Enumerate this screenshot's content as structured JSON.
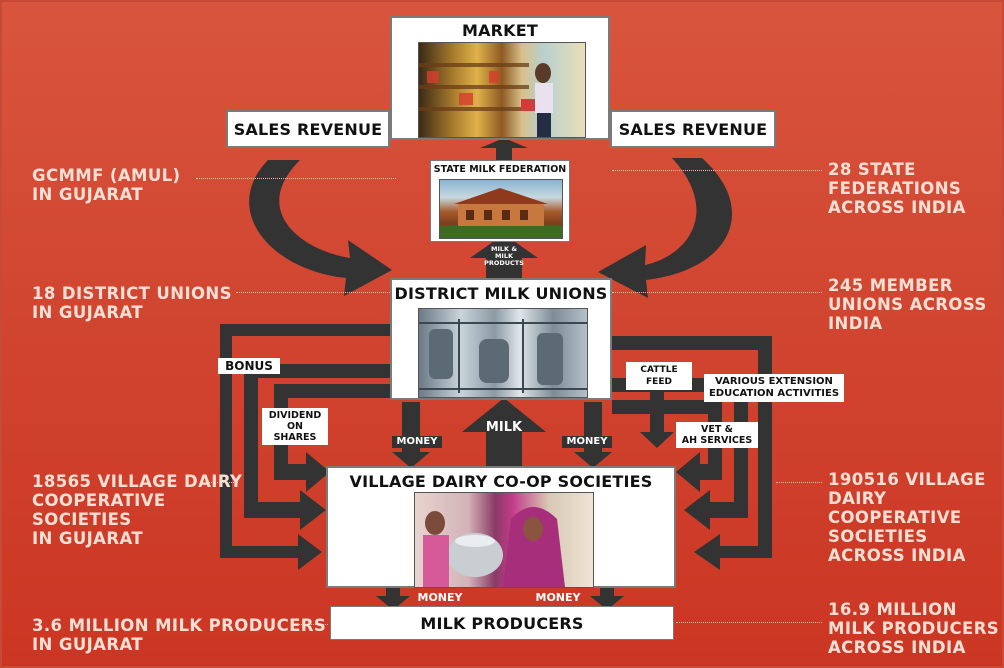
{
  "market": {
    "title": "MARKET"
  },
  "sales_revenue": {
    "left": "SALES REVENUE",
    "right": "SALES REVENUE"
  },
  "state_federation": {
    "title": "STATE MILK FEDERATION"
  },
  "milk_products_label": {
    "line1": "MILK &",
    "line2": "MILK",
    "line3": "PRODUCTS"
  },
  "district_unions": {
    "title": "DISTRICT MILK UNIONS"
  },
  "village_societies": {
    "title": "VILLAGE DAIRY CO-OP SOCIETIES"
  },
  "milk_producers": {
    "title": "MILK PRODUCERS"
  },
  "flow_labels": {
    "bonus": "BONUS",
    "dividend_line1": "DIVIDEND",
    "dividend_line2": "ON SHARES",
    "money_left": "MONEY",
    "money_right": "MONEY",
    "milk": "MILK",
    "cattle_feed": "CATTLE FEED",
    "extension_line1": "VARIOUS EXTENSION",
    "extension_line2": "EDUCATION ACTIVITIES",
    "vet_line1": "VET &",
    "vet_line2": "AH SERVICES",
    "money_bottom_left": "MONEY",
    "money_bottom_right": "MONEY"
  },
  "left_notes": {
    "gcmmf_line1": "GCMMF (AMUL)",
    "gcmmf_line2": "IN GUJARAT",
    "district_line1": "18 DISTRICT UNIONS",
    "district_line2": "IN GUJARAT",
    "village_line1": "18565 VILLAGE DAIRY",
    "village_line2": "COOPERATIVE",
    "village_line3": "SOCIETIES",
    "village_line4": "IN GUJARAT",
    "producers_line1": "3.6 MILLION MILK PRODUCERS",
    "producers_line2": "IN GUJARAT"
  },
  "right_notes": {
    "state_line1": "28 STATE",
    "state_line2": "FEDERATIONS",
    "state_line3": "ACROSS INDIA",
    "member_line1": "245 MEMBER",
    "member_line2": "UNIONS ACROSS",
    "member_line3": "INDIA",
    "village_line1": "190516 VILLAGE",
    "village_line2": "DAIRY COOPERATIVE",
    "village_line3": "SOCIETIES",
    "village_line4": "ACROSS INDIA",
    "producers_line1": "16.9 MILLION",
    "producers_line2": "MILK PRODUCERS",
    "producers_line3": "ACROSS INDIA"
  },
  "colors": {
    "background": "#d14631",
    "arrow": "#333333",
    "note_text": "#f6e0d6",
    "box": "#ffffff"
  }
}
